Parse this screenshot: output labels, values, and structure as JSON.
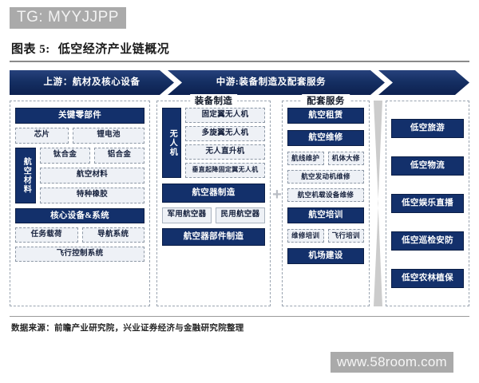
{
  "watermarks": {
    "top_tag": "TG: MYYJJPP",
    "site": "www.58room.com"
  },
  "figure": {
    "number": "图表 5:",
    "title": "低空经济产业链概况"
  },
  "banner": {
    "upstream": "上游：航材及核心设备",
    "midstream": "中游:装备制造及配套服务",
    "downstream": ""
  },
  "columns": {
    "upstream": {
      "caption": "",
      "key_components": "关键零部件",
      "components_row": [
        "芯片",
        "锂电池"
      ],
      "materials_label": "航空材料",
      "materials": [
        "钛合金",
        "铝合金",
        "航空材料",
        "特种橡胶"
      ],
      "core_systems": "核心设备&系统",
      "systems_row": [
        "任务载荷",
        "导航系统"
      ],
      "flight_control": "飞行控制系统"
    },
    "equipment": {
      "caption": "装备制造",
      "uav_label": "无人机",
      "uav_types": [
        "固定翼无人机",
        "多旋翼无人机",
        "无人直升机",
        "垂直起降固定翼无人机"
      ],
      "aircraft_manufacturing": "航空器制造",
      "aircraft_row": [
        "军用航空器",
        "民用航空器"
      ],
      "aircraft_parts": "航空器部件制造"
    },
    "services": {
      "caption": "配套服务",
      "leasing": "航空租赁",
      "maintenance": "航空维修",
      "maintenance_row": [
        "航线维护",
        "机体大修"
      ],
      "engine_repair": "航空发动机维修",
      "avionics_repair": "航空机载设备维修",
      "training": "航空培训",
      "training_row": [
        "维修培训",
        "飞行培训"
      ],
      "airport": "机场建设"
    },
    "applications": {
      "caption": "",
      "items": [
        "低空旅游",
        "低空物流",
        "低空娱乐直播",
        "低空巡检安防",
        "低空农林植保"
      ]
    }
  },
  "connector": {
    "plus": "+"
  },
  "footer": {
    "source": "数据来源：前瞻产业研究院，兴业证券经济与金融研究院整理"
  },
  "colors": {
    "navy": "#13306b",
    "navy_dark": "#0b1e46",
    "light_box": "#eef1f6",
    "dashed_border": "#9aa4b0",
    "watermark_bg": "#aaaaaa"
  }
}
